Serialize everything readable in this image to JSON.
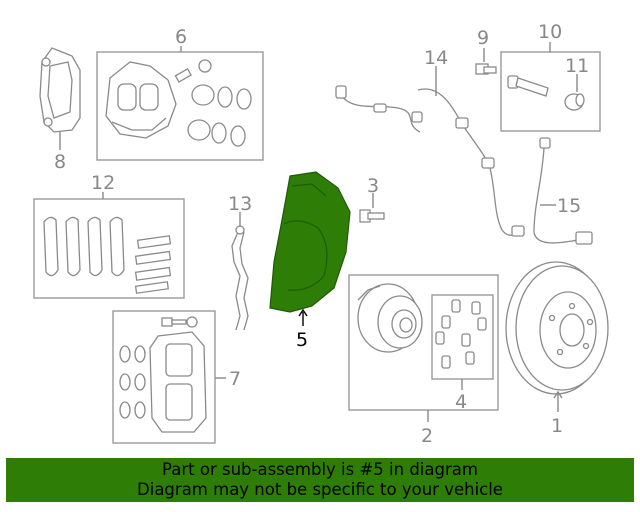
{
  "callouts": {
    "c1": "1",
    "c2": "2",
    "c3": "3",
    "c4": "4",
    "c5": "5",
    "c6": "6",
    "c7": "7",
    "c8": "8",
    "c9": "9",
    "c10": "10",
    "c11": "11",
    "c12": "12",
    "c13": "13",
    "c14": "14",
    "c15": "15"
  },
  "highlight": {
    "part_number": "5",
    "color": "#2d7d07"
  },
  "banner": {
    "line1": "Part or sub-assembly is #5 in diagram",
    "line2": "Diagram may not be specific to your vehicle",
    "color": "#2d7d07"
  }
}
